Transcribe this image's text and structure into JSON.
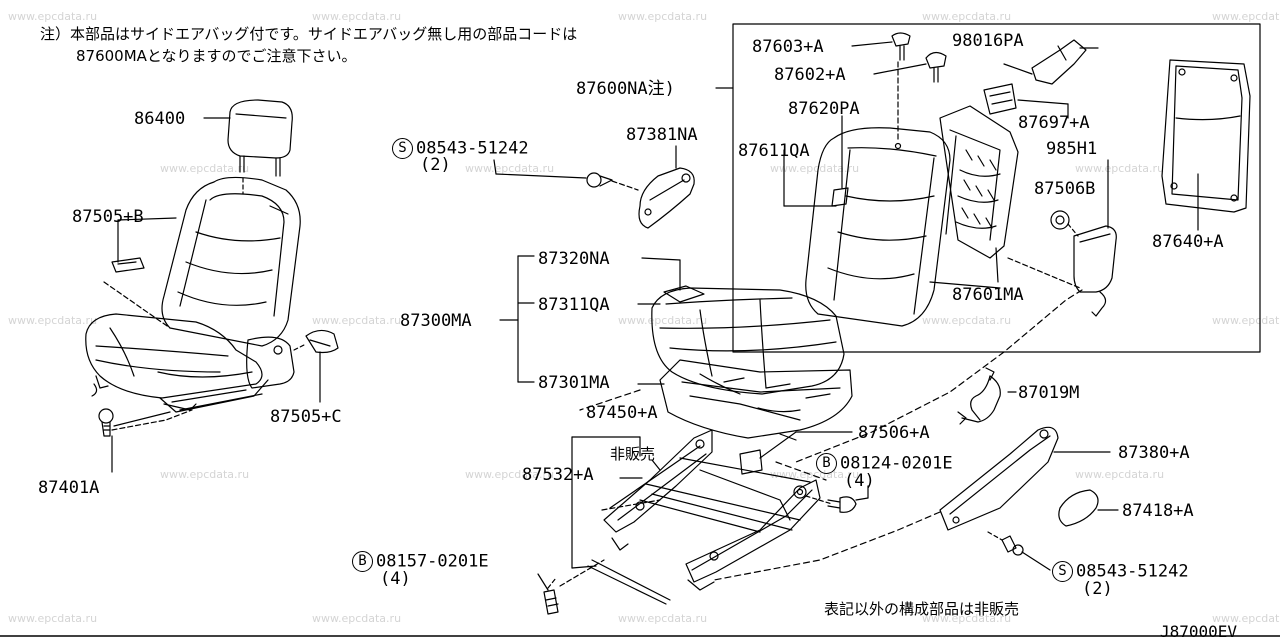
{
  "watermark": "www.epcdata.ru",
  "notes": {
    "side_airbag_line1": "注）本部品はサイドエアバッグ付です。サイドエアバッグ無し用の部品コードは",
    "side_airbag_line2": "87600MAとなりますのでご注意下さい。",
    "not_for_sale": "非販売",
    "others_not_for_sale": "表記以外の構成部品は非販売"
  },
  "diagram_code": "J87000EV",
  "parts": {
    "p86400": "86400",
    "p87505b": "87505+B",
    "p87505c": "87505+C",
    "p87401a": "87401A",
    "p08543_top": "08543-51242",
    "p08543_top_qty": "(2)",
    "p87381na": "87381NA",
    "p87600na": "87600NA注)",
    "p87603a": "87603+A",
    "p87602a": "87602+A",
    "p98016pa": "98016PA",
    "p87620pa": "87620PA",
    "p87611qa": "87611QA",
    "p87697a": "87697+A",
    "p985h1": "985H1",
    "p87506b": "87506B",
    "p87640a": "87640+A",
    "p87601ma": "87601MA",
    "p87320na": "87320NA",
    "p87311qa": "87311QA",
    "p87300ma": "87300MA",
    "p87301ma": "87301MA",
    "p87019m": "87019M",
    "p87450a": "87450+A",
    "p87532a": "87532+A",
    "p87506a": "87506+A",
    "p08124": "08124-0201E",
    "p08124_qty": "(4)",
    "p87380a": "87380+A",
    "p87418a": "87418+A",
    "p08157": "08157-0201E",
    "p08157_qty": "(4)",
    "p08543_bot": "08543-51242",
    "p08543_bot_qty": "(2)"
  },
  "symbols": {
    "s": "S",
    "b": "B"
  }
}
